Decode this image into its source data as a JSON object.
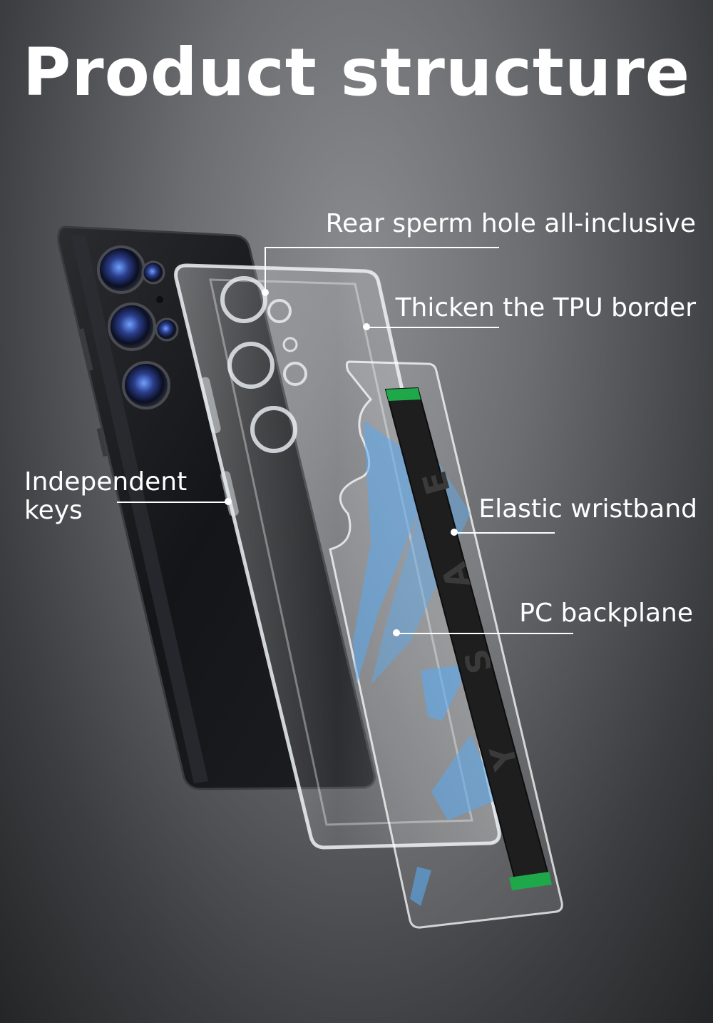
{
  "page": {
    "title": "Product structure"
  },
  "callouts": {
    "rear_hole": "Rear sperm hole all-inclusive",
    "tpu_border": "Thicken the TPU border",
    "independent_keys_line1": "Independent",
    "independent_keys_line2": "keys",
    "wristband": "Elastic wristband",
    "backplane": "PC backplane"
  },
  "colors": {
    "background": "#4a4b4e",
    "phone_body": "#1c1d20",
    "case_clear": "#d8dde3",
    "backplane_blue": "#5aaaf0",
    "strap_leather": "#1e1e1e",
    "strap_accent": "#1fa84a"
  },
  "strap_letters": [
    "E",
    "A",
    "S",
    "Y"
  ]
}
